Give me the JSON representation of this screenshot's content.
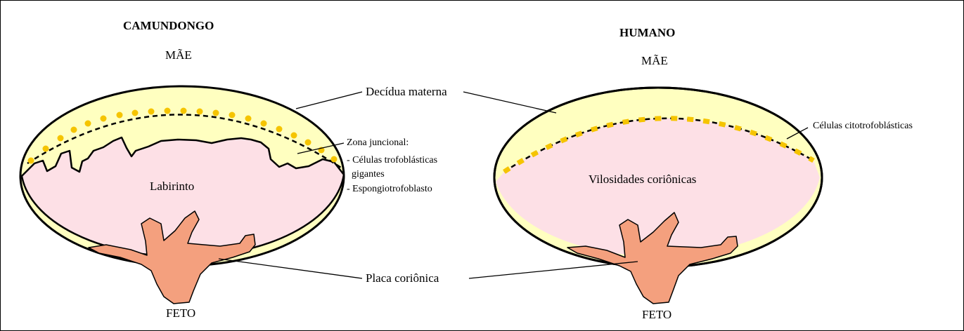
{
  "left_panel": {
    "title": "CAMUNDONGO",
    "top_label": "MÃE",
    "bottom_label": "FETO",
    "inner_label": "Labirinto",
    "zone_title": "Zona juncional:",
    "zone_line1": "- Células trofoblásticas",
    "zone_line2": "gigantes",
    "zone_line3": "- Espongiotrofoblasto"
  },
  "right_panel": {
    "title": "HUMANO",
    "top_label": "MÃE",
    "bottom_label": "FETO",
    "inner_label": "Vilosidades coriônicas",
    "cell_label": "Células citotrofoblásticas"
  },
  "shared_labels": {
    "decidua": "Decídua materna",
    "plate": "Placa coriônica"
  },
  "colors": {
    "decidua_fill": "#ffffc0",
    "labyrinth_fill": "#fde0e6",
    "plate_fill": "#f4a07e",
    "dots": "#f5c400",
    "outline": "#000000"
  }
}
